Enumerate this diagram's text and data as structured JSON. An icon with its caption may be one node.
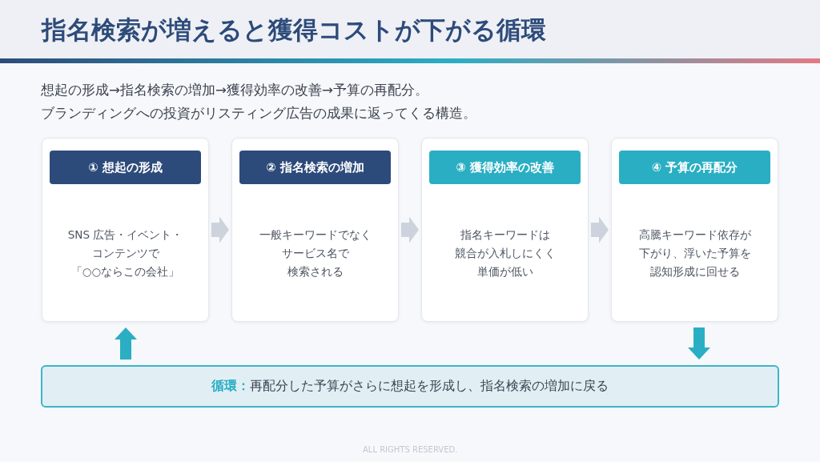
{
  "diagram": {
    "title": "指名検索が増えると獲得コストが下がる循環",
    "nodes": [
      {
        "text": [
          "① 想起の形成",
          "SNS 広告・イベント・コンテンツで「○○ならこの会社」"
        ]
      },
      {
        "text": [
          "② 指名検索の増加",
          "一般キーワードでなくサービス名で検索される"
        ]
      },
      {
        "text": [
          "③ 獲得効率の改善",
          "指名キーワードは競合が入札しにくく単価が低い"
        ]
      },
      {
        "text": [
          "④ 予算の再配分",
          "高騰キーワード依存が下がり、浮いた予算を認知形成に回せる"
        ]
      },
      {
        "text": [
          "**循環：**再配分した予算がさらに想起を形成し、指名検索の増加に戻る"
        ]
      }
    ],
    "edges": [
      {
        "from": 0,
        "to": 1,
        "arrow": "to"
      },
      {
        "from": 1,
        "to": 2,
        "arrow": "to"
      },
      {
        "from": 2,
        "to": 3,
        "arrow": "to"
      },
      {
        "from": 3,
        "to": 4,
        "arrow": "to",
        "color": "#2aaec3"
      },
      {
        "from": 4,
        "to": 0,
        "arrow": "to",
        "color": "#2aaec3"
      }
    ],
    "labels": [
      "想起の形成→指名検索の増加→獲得効率の改善→予算の再配分。",
      "ブランディングへの投資がリスティング広告の成果に返ってくる構造。",
      "ALL RIGHTS RESERVED."
    ]
  }
}
